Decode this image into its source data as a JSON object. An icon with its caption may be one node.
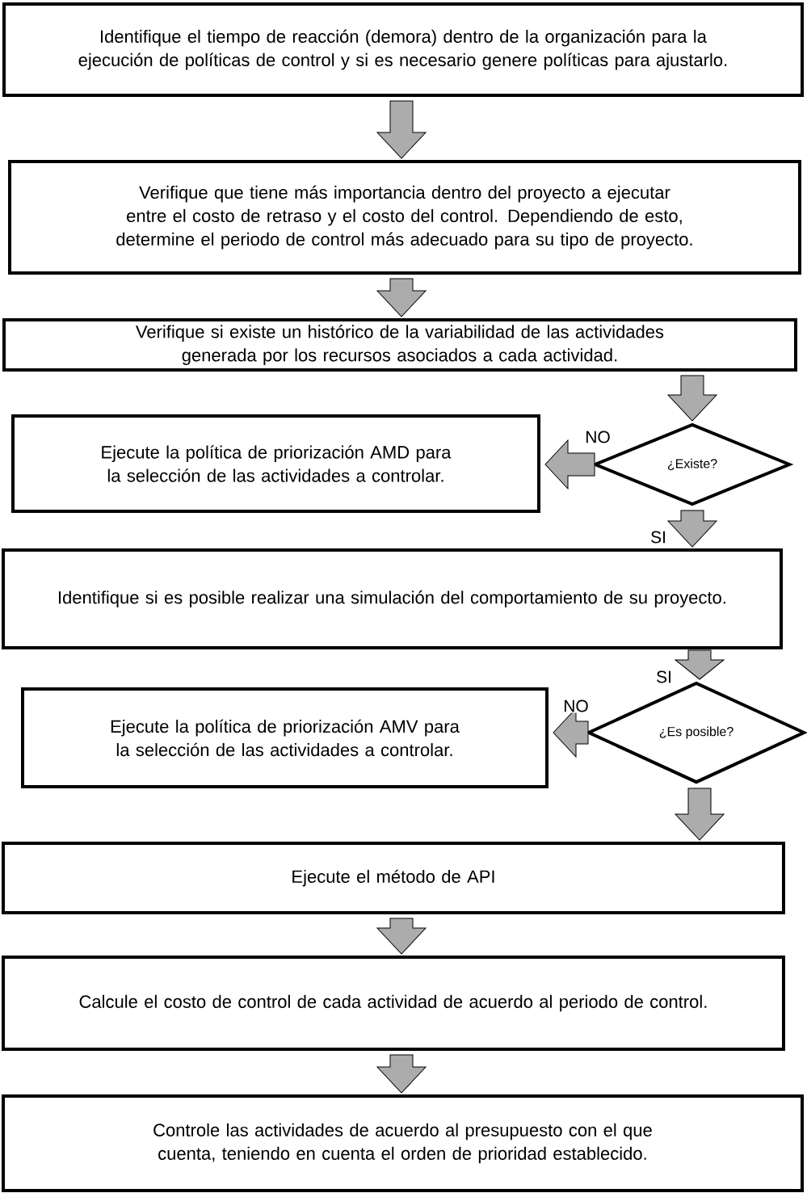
{
  "diagram": {
    "nodes": [
      {
        "text": [
          "Identifique el tiempo de reacción (demora) dentro de la organización para la ejecución de políticas de control y si es necesario genere políticas para ajustarlo."
        ]
      },
      {
        "text": [
          "Verifique que tiene más importancia dentro del proyecto a ejecutar entre el costo de retraso y el costo del control. Dependiendo de esto, determine el periodo de control más adecuado para su tipo de proyecto."
        ]
      },
      {
        "text": [
          "Verifique si existe un histórico de la variabilidad de las actividades generada por los recursos asociados a cada actividad."
        ]
      },
      {
        "text": [
          "Ejecute la política de priorización AMD para la selección de las actividades a controlar."
        ]
      },
      {
        "text": [
          "¿Existe?"
        ]
      },
      {
        "text": [
          "Identifique si es posible realizar una simulación del comportamiento de su proyecto."
        ]
      },
      {
        "text": [
          "Ejecute la política de priorización AMV para la selección de las actividades a controlar."
        ]
      },
      {
        "text": [
          "¿Es posible?"
        ]
      },
      {
        "text": [
          "Ejecute el método de API"
        ]
      },
      {
        "text": [
          "Calcule el costo de control de cada actividad de acuerdo al periodo de control."
        ]
      },
      {
        "text": [
          "Controle las actividades de acuerdo al presupuesto con el que cuenta, teniendo en cuenta el orden de prioridad establecido."
        ]
      }
    ],
    "edges": [
      {
        "from": 0,
        "to": 1,
        "arrow": "to"
      },
      {
        "from": 1,
        "to": 2,
        "arrow": "to"
      },
      {
        "from": 2,
        "to": 4,
        "arrow": "to"
      },
      {
        "from": 4,
        "to": 3,
        "arrow": "to",
        "label": "NO"
      },
      {
        "from": 4,
        "to": 5,
        "arrow": "to",
        "label": "SI"
      },
      {
        "from": 5,
        "to": 7,
        "arrow": "to",
        "label": "SI"
      },
      {
        "from": 7,
        "to": 6,
        "arrow": "to",
        "label": "NO"
      },
      {
        "from": 7,
        "to": 8,
        "arrow": "to"
      },
      {
        "from": 8,
        "to": 9,
        "arrow": "to"
      },
      {
        "from": 9,
        "to": 10,
        "arrow": "to"
      }
    ]
  }
}
